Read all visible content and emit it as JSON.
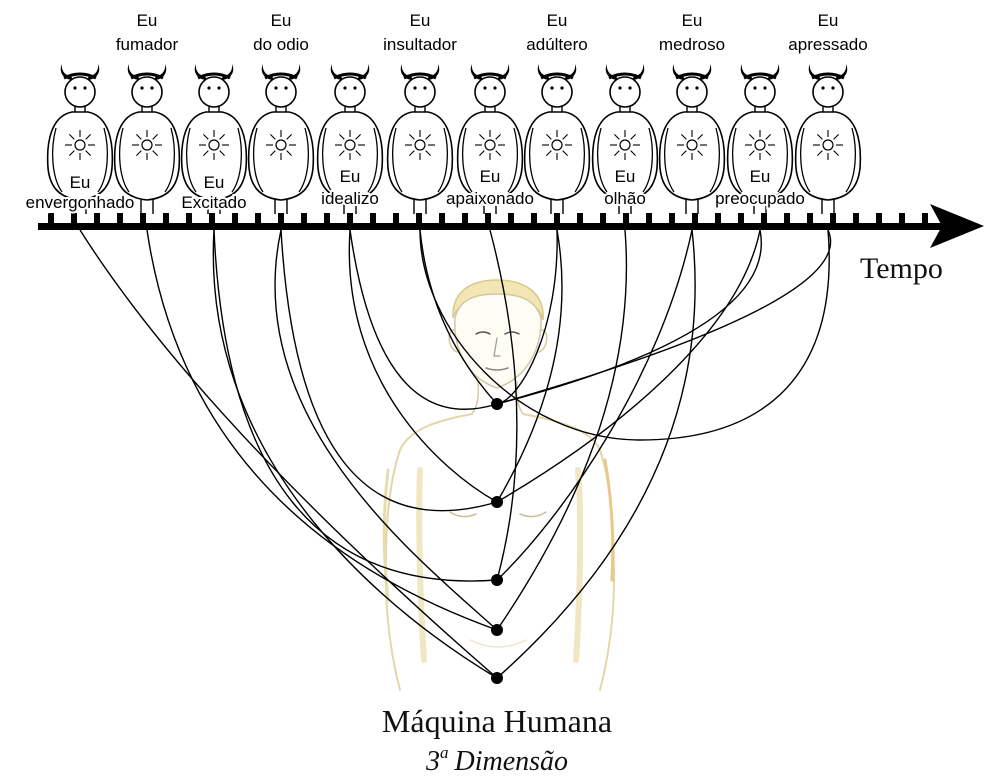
{
  "top_labels": [
    {
      "line1": "Eu",
      "line2": "fumador"
    },
    {
      "line1": "Eu",
      "line2": "do odio"
    },
    {
      "line1": "Eu",
      "line2": "insultador"
    },
    {
      "line1": "Eu",
      "line2": "adúltero"
    },
    {
      "line1": "Eu",
      "line2": "medroso"
    },
    {
      "line1": "Eu",
      "line2": "apressado"
    }
  ],
  "bottom_labels": [
    {
      "line1": "Eu",
      "line2": "envergonhado"
    },
    {
      "line1": "Eu",
      "line2": "Excitado"
    },
    {
      "line1": "Eu",
      "line2": "idealizo"
    },
    {
      "line1": "Eu",
      "line2": "apaixonado"
    },
    {
      "line1": "Eu",
      "line2": "olhão"
    },
    {
      "line1": "Eu",
      "line2": "preocupado"
    }
  ],
  "axis": {
    "label": "Tempo"
  },
  "caption": {
    "title": "Máquina Humana",
    "subtitle_sup": "a",
    "subtitle_prefix": "3",
    "subtitle_text": "Dimensão"
  },
  "figures": {
    "count": 12,
    "icon": "horned-egg-figure-icon"
  },
  "chakra_points": {
    "count": 5
  }
}
